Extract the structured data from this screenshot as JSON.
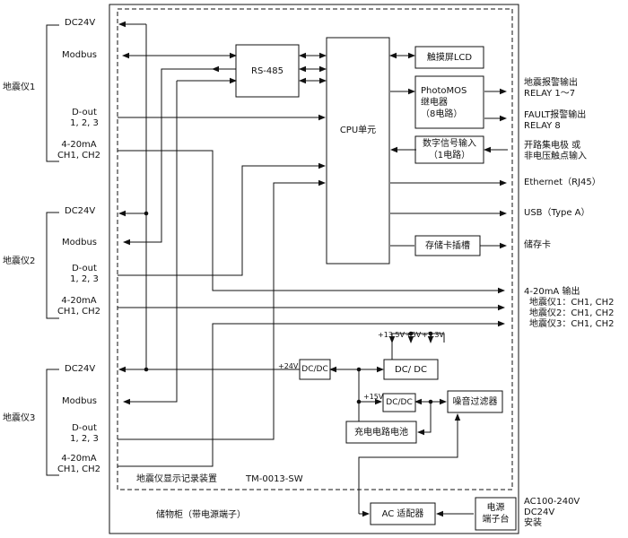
{
  "seismometers": [
    {
      "name": "地震仪1",
      "dc": "DC24V",
      "modbus": "Modbus",
      "dout1": "D-out",
      "dout2": "1, 2, 3",
      "ai1": "4-20mA",
      "ai2": "CH1, CH2"
    },
    {
      "name": "地震仪2",
      "dc": "DC24V",
      "modbus": "Modbus",
      "dout1": "D-out",
      "dout2": "1, 2, 3",
      "ai1": "4-20mA",
      "ai2": "CH1, CH2"
    },
    {
      "name": "地震仪3",
      "dc": "DC24V",
      "modbus": "Modbus",
      "dout1": "D-out",
      "dout2": "1, 2, 3",
      "ai1": "4-20mA",
      "ai2": "CH1, CH2"
    }
  ],
  "blocks": {
    "rs485": "RS-485",
    "cpu": "CPU单元",
    "lcd": "触摸屏LCD",
    "photomos_1": "PhotoMOS",
    "photomos_2": "继电器",
    "photomos_3": "（8电路）",
    "digital_in_1": "数字信号输入",
    "digital_in_2": "（1电路）",
    "sd_slot": "存储卡插槽",
    "dcdc_main": "DC/DC",
    "dcdc_right": "DC/ DC",
    "dcdc_small": "DC/DC",
    "noise_filter": "噪音过滤器",
    "charger": "充电电路电池",
    "ac_adapter": "AC 适配器",
    "power_terminal_1": "电源",
    "power_terminal_2": "端子台"
  },
  "voltages": {
    "v24": "+24V",
    "v13_5": "+13.5V",
    "v5": "+5V",
    "v3_3": "+3.3V",
    "v15": "+15V"
  },
  "outputs": {
    "alarm_1": "地震报警输出",
    "alarm_2": "RELAY 1～7",
    "fault_1": "FAULT报警输出",
    "fault_2": "RELAY 8",
    "contact_1": "开路集电极 或",
    "contact_2": "非电压触点输入",
    "ethernet": "Ethernet（RJ45）",
    "usb": "USB（Type A）",
    "card": "储存卡",
    "ao_1": "4-20mA 输出",
    "ao_2": "地震仪1：CH1, CH2",
    "ao_3": "地震仪2：CH1, CH2",
    "ao_4": "地震仪3：CH1, CH2",
    "power_1": "AC100-240V",
    "power_2": "DC24V",
    "power_3": "安装"
  },
  "device_label": "地震仪显示记录装置",
  "model_label": "TM-0013-SW",
  "cabinet_label": "储物柜（带电源端子）"
}
